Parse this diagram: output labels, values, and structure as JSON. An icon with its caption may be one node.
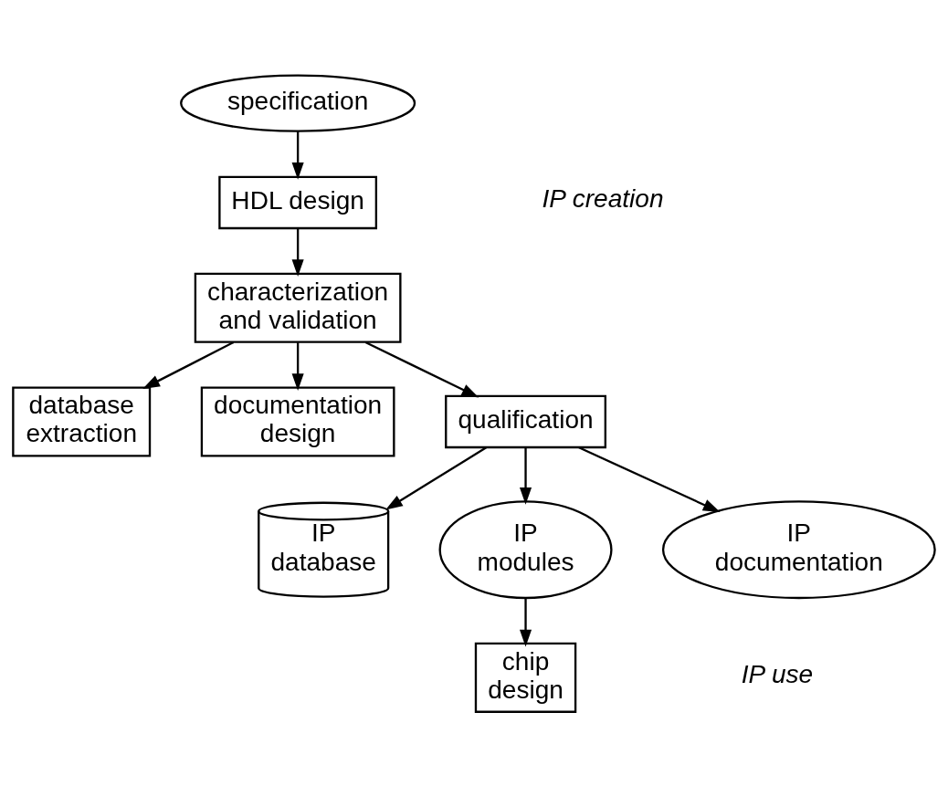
{
  "diagram": {
    "nodes": [
      {
        "text": [
          "specification"
        ]
      },
      {
        "text": [
          "HDL design"
        ]
      },
      {
        "text": [
          "characterization and validation"
        ]
      },
      {
        "text": [
          "database extraction"
        ]
      },
      {
        "text": [
          "documentation design"
        ]
      },
      {
        "text": [
          "qualification"
        ]
      },
      {
        "text": [
          "IP database"
        ]
      },
      {
        "text": [
          "IP modules"
        ]
      },
      {
        "text": [
          "IP documentation"
        ]
      },
      {
        "text": [
          "chip design"
        ]
      }
    ],
    "edges": [
      {
        "from": 0,
        "to": 1,
        "arrow": "to"
      },
      {
        "from": 1,
        "to": 2,
        "arrow": "to"
      },
      {
        "from": 2,
        "to": 3,
        "arrow": "to"
      },
      {
        "from": 2,
        "to": 5,
        "arrow": "to"
      },
      {
        "from": 2,
        "to": 4,
        "arrow": "to"
      },
      {
        "from": 5,
        "to": 6,
        "arrow": "to"
      },
      {
        "from": 5,
        "to": 7,
        "arrow": "to"
      },
      {
        "from": 5,
        "to": 8,
        "arrow": "to"
      },
      {
        "from": 7,
        "to": 9,
        "arrow": "to"
      }
    ],
    "labels": [
      "IP creation",
      "IP use"
    ]
  }
}
